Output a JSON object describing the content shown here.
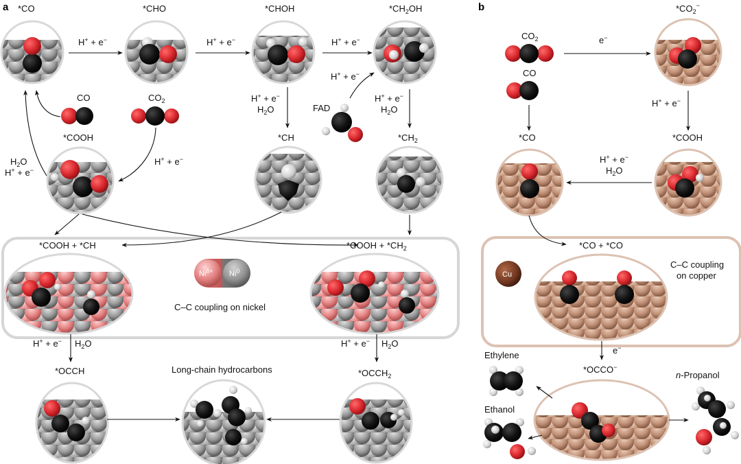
{
  "panels": {
    "a": {
      "label": "a",
      "intermediates": {
        "co": {
          "main": "*CO"
        },
        "cho": {
          "main": "*CHO"
        },
        "choh": {
          "main": "*CHOH"
        },
        "ch2oh": {
          "pre": "*CH",
          "sub": "2",
          "post": "OH"
        },
        "cooh": {
          "main": "*COOH"
        },
        "ch": {
          "main": "*CH"
        },
        "ch2": {
          "pre": "*CH",
          "sub": "2"
        },
        "cooh_ch": {
          "main": "*COOH + *CH"
        },
        "cooh_ch2": {
          "pre": "*COOH + *CH",
          "sub": "2"
        },
        "occh": {
          "main": "*OCCH"
        },
        "occh2": {
          "pre": "*OCCH",
          "sub": "2"
        },
        "long_chain": {
          "main": "Long-chain hydrocarbons"
        }
      },
      "reactants": {
        "co": {
          "main": "CO"
        },
        "co2": {
          "pre": "CO",
          "sub": "2"
        },
        "fad": {
          "main": "FAD"
        }
      },
      "steps": {
        "he": {
          "h": "H",
          "sup": "+",
          "mid": " + e",
          "esup": "−"
        },
        "h2o": {
          "pre": "H",
          "sub": "2",
          "post": "O"
        }
      },
      "box_caption": "C–C coupling on nickel",
      "ni_legend": {
        "left": "Ni",
        "left_sup": "δ+",
        "right": "Ni",
        "right_sup": "0"
      }
    },
    "b": {
      "label": "b",
      "intermediates": {
        "co2_minus": {
          "pre": "*CO",
          "sub": "2",
          "sup": "−"
        },
        "cooh": {
          "main": "*COOH"
        },
        "co": {
          "main": "*CO"
        },
        "co_co": {
          "main": "*CO + *CO"
        },
        "occo": {
          "main": "*OCCO",
          "sup": "−"
        }
      },
      "reactants": {
        "co2": {
          "pre": "CO",
          "sub": "2"
        },
        "co": {
          "main": "CO"
        }
      },
      "steps": {
        "e": {
          "main": "e",
          "sup": "−"
        }
      },
      "box_caption_line1": "C–C coupling",
      "box_caption_line2": "on copper",
      "cu_legend": "Cu",
      "products": {
        "ethylene": "Ethylene",
        "ethanol": "Ethanol",
        "propanol_italic": "n",
        "propanol_rest": "-Propanol"
      }
    }
  },
  "colors": {
    "oxygen": "#d8282e",
    "carbon": "#111111",
    "hydrogen": "#d9d9d9",
    "nickel_surface": "#8c8c8c",
    "ni_delta": "#e07a7a",
    "copper_surface": "#b98a72",
    "copper_atom": "#7a3d24",
    "ni_border": "#d9d9d9",
    "cu_border": "#d9b9a6"
  }
}
